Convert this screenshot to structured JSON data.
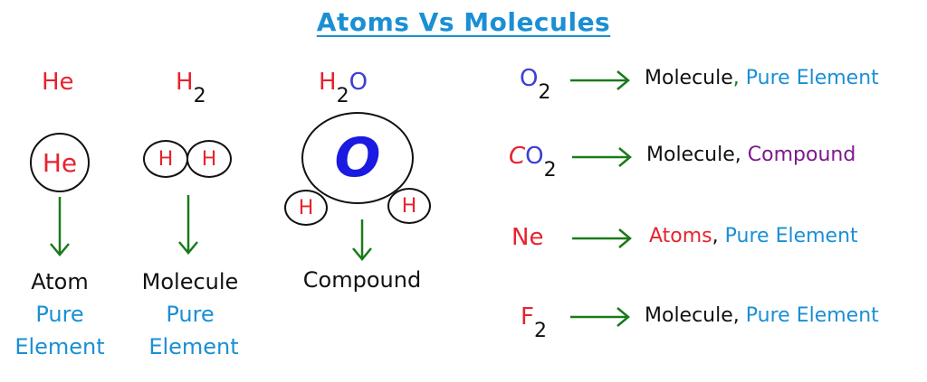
{
  "title": "Atoms Vs Molecules",
  "left_examples": [
    {
      "formula": {
        "parts": [
          {
            "text": "He",
            "color": "red"
          }
        ],
        "sub": ""
      },
      "diagram_atoms": [
        "He"
      ],
      "classification": "Atom",
      "type": [
        "Pure",
        "Element"
      ]
    },
    {
      "formula": {
        "parts": [
          {
            "text": "H",
            "color": "red"
          }
        ],
        "sub": "2"
      },
      "diagram_atoms": [
        "H",
        "H"
      ],
      "classification": "Molecule",
      "type": [
        "Pure",
        "Element"
      ]
    },
    {
      "formula": {
        "parts": [
          {
            "text": "H",
            "color": "red"
          },
          {
            "text": "O",
            "color": "blue"
          }
        ],
        "sub": "2"
      },
      "diagram_atoms": [
        "O",
        "H",
        "H"
      ],
      "classification": "Compound",
      "type": []
    }
  ],
  "right_examples": [
    {
      "formula_main": "O",
      "formula_sub": "2",
      "result_a": "Molecule",
      "comma": ",",
      "result_b": "Pure Element"
    },
    {
      "formula_c": "C",
      "formula_main": "O",
      "formula_sub": "2",
      "result_a": "Molecule",
      "comma": ",",
      "result_b": "Compound"
    },
    {
      "formula_main": "Ne",
      "formula_sub": "",
      "result_a": "Atoms",
      "comma": ",",
      "result_b": "Pure Element"
    },
    {
      "formula_main": "F",
      "formula_sub": "2",
      "result_a": "Molecule",
      "comma": ",",
      "result_b": "Pure Element"
    }
  ],
  "colors": {
    "title": "#1a8fd4",
    "red": "#e8222e",
    "blue": "#3b3fd4",
    "cyan": "#1a8fd4",
    "purple": "#7b1a8c",
    "arrow_green": "#1a7a1a",
    "black": "#111111"
  },
  "icons": {
    "arrow": "green-arrow-icon"
  }
}
